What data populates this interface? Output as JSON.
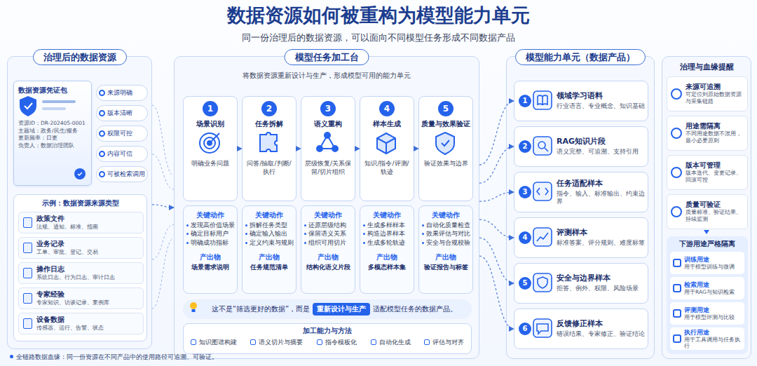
{
  "diagram": {
    "title": "数据资源如何被重构为模型能力单元",
    "nodes": [
      {
        "text": [
          "治理后的数据资源"
        ]
      },
      {
        "text": [
          "数据资源凭证包",
          "资源ID：DR-202405-0001",
          "主题域：政务/民生/服务",
          "更新频率：日更",
          "负责人：数据治理团队"
        ],
        "in": 0
      },
      {
        "text": [
          "来源明确"
        ],
        "in": 0
      },
      {
        "text": [
          "版本清晰"
        ],
        "in": 0
      },
      {
        "text": [
          "权限可控"
        ],
        "in": 0
      },
      {
        "text": [
          "内容可信"
        ],
        "in": 0
      },
      {
        "text": [
          "可被检索调用"
        ],
        "in": 0
      },
      {
        "text": [
          "示例：数据资源来源类型"
        ],
        "in": 0
      },
      {
        "text": [
          "政策文件",
          "法规、通知、标准、指南"
        ],
        "in": 7
      },
      {
        "text": [
          "业务记录",
          "工单、审批、登记、交易"
        ],
        "in": 7
      },
      {
        "text": [
          "操作日志",
          "系统日志、行为日志、审计日志"
        ],
        "in": 7
      },
      {
        "text": [
          "专家经验",
          "专家知识、访谈记录、案例库"
        ],
        "in": 7
      },
      {
        "text": [
          "设备数据",
          "传感器、运行、告警、状态"
        ],
        "in": 7
      },
      {
        "text": [
          "模型任务加工台",
          "将数据资源重新设计与生产，形成模型可用的能力单元"
        ]
      },
      {
        "text": [
          "1",
          "场景识别",
          "明确业务问题"
        ],
        "in": 13
      },
      {
        "text": [
          "2",
          "任务拆解",
          "问答/抽取/判断/执行"
        ],
        "in": 13
      },
      {
        "text": [
          "3",
          "语义重构",
          "层级恢复/关系保留/切片组织"
        ],
        "in": 13
      },
      {
        "text": [
          "4",
          "样本生成",
          "知识/指令/评测/轨迹"
        ],
        "in": 13
      },
      {
        "text": [
          "5",
          "质量与效果验证",
          "验证效果与边界"
        ],
        "in": 13
      },
      {
        "text": [
          "关键动作",
          "发现高价值场景",
          "确定目标用户",
          "明确成功指标",
          "产出物",
          "场景需求说明"
        ],
        "in": 13
      },
      {
        "text": [
          "关键动作",
          "拆解任务类型",
          "确定输入输出",
          "定义约束与规则",
          "产出物",
          "任务规范清单"
        ],
        "in": 13
      },
      {
        "text": [
          "关键动作",
          "还原层级结构",
          "保留语义关系",
          "组织可用切片",
          "产出物",
          "结构化语义片段"
        ],
        "in": 13
      },
      {
        "text": [
          "关键动作",
          "生成多样样本",
          "构造边界样本",
          "生成多轮轨迹",
          "产出物",
          "多模态样本集"
        ],
        "in": 13
      },
      {
        "text": [
          "关键动作",
          "自动化质量检查",
          "效果评估与对比",
          "安全与合规校验",
          "产出物",
          "验证报告与标签"
        ],
        "in": 13
      },
      {
        "text": [
          "这不是“筛选更好的数据”，而是",
          "重新设计与生产",
          "适配模型任务的数据产品。"
        ],
        "in": 13
      },
      {
        "text": [
          "加工能力与方法",
          "知识图谱构建",
          "语义切片与摘要",
          "指令模板化",
          "自动化生成",
          "评估与对齐"
        ],
        "in": 13
      },
      {
        "text": [
          "模型能力单元（数据产品）"
        ]
      },
      {
        "text": [
          "1",
          "领域学习语料",
          "行业语言、专业概念、知识基础"
        ],
        "in": 26
      },
      {
        "text": [
          "2",
          "RAG知识片段",
          "语义完整、可追溯、支持引用"
        ],
        "in": 26
      },
      {
        "text": [
          "3",
          "任务适配样本",
          "指令、输入、标准输出、约束边界"
        ],
        "in": 26
      },
      {
        "text": [
          "4",
          "评测样本",
          "标准答案、评分规则、难度标签"
        ],
        "in": 26
      },
      {
        "text": [
          "5",
          "安全与边界样本",
          "拒答、例外、权限、风险场景"
        ],
        "in": 26
      },
      {
        "text": [
          "6",
          "反馈修正样本",
          "错误结果、专家修正、验证结论"
        ],
        "in": 26
      },
      {
        "text": [
          "治理与血缘提醒"
        ]
      },
      {
        "text": [
          "来源可追溯",
          "可定位到原始数据资源与采集链路"
        ],
        "in": 33
      },
      {
        "text": [
          "用途需隔离",
          "不同用途数据不混用，最小必要原则"
        ],
        "in": 33
      },
      {
        "text": [
          "版本可管理",
          "版本迭代、变更记录、回滚可控"
        ],
        "in": 33
      },
      {
        "text": [
          "质量可验证",
          "质量标准、验证结果、持续监测"
        ],
        "in": 33
      },
      {
        "text": [
          "下游用途严格隔离"
        ],
        "in": 33
      },
      {
        "text": [
          "训练用途",
          "用于模型训练与微调"
        ],
        "in": 38
      },
      {
        "text": [
          "检索用途",
          "用于RAG与知识检索"
        ],
        "in": 38
      },
      {
        "text": [
          "评测用途",
          "用于模型评测与比较"
        ],
        "in": 38
      },
      {
        "text": [
          "执行用途",
          "用于工具调用与任务执行"
        ],
        "in": 38
      }
    ],
    "edges": [
      {
        "from": 0,
        "to": 13,
        "arrow": "to"
      },
      {
        "from": 14,
        "to": 15,
        "arrow": "to"
      },
      {
        "from": 15,
        "to": 16,
        "arrow": "to"
      },
      {
        "from": 16,
        "to": 17,
        "arrow": "to"
      },
      {
        "from": 17,
        "to": 18,
        "arrow": "to"
      },
      {
        "from": 13,
        "to": 27,
        "arrow": "to"
      },
      {
        "from": 13,
        "to": 28,
        "arrow": "to"
      },
      {
        "from": 13,
        "to": 29,
        "arrow": "to"
      },
      {
        "from": 13,
        "to": 30,
        "arrow": "to"
      },
      {
        "from": 13,
        "to": 31,
        "arrow": "to"
      },
      {
        "from": 13,
        "to": 32,
        "arrow": "to"
      }
    ],
    "labels": [
      "同一份治理后的数据资源，可以面向不同模型任务形成不同数据产品",
      "全链路数据血缘：同一份资源在不同产品中的使用路径可追溯、可验证。"
    ]
  }
}
